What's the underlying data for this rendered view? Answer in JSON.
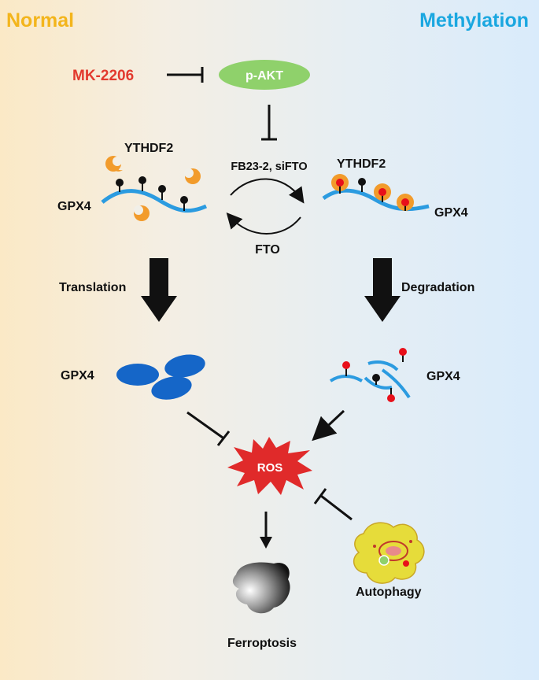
{
  "header": {
    "left_title": "Normal",
    "right_title": "Methylation"
  },
  "inhibitor": {
    "label": "MK-2206"
  },
  "kinase": {
    "label": "p-AKT"
  },
  "reader": {
    "left_label": "YTHDF2",
    "right_label": "YTHDF2"
  },
  "mrna": {
    "left_label": "GPX4",
    "right_label": "GPX4"
  },
  "cycle": {
    "top_label": "FB23-2, siFTO",
    "bottom_label": "FTO"
  },
  "process": {
    "left_label": "Translation",
    "right_label": "Degradation"
  },
  "protein": {
    "left_label": "GPX4",
    "right_label": "GPX4"
  },
  "ros": {
    "label": "ROS"
  },
  "autophagy": {
    "label": "Autophagy"
  },
  "outcome": {
    "label": "Ferroptosis"
  },
  "colors": {
    "normal_title": "#f3b51c",
    "methylation_title": "#1aa7e0",
    "inhibitor_red": "#e23a2e",
    "akt_green": "#8fd16b",
    "rna_blue": "#2b9be0",
    "reader_orange": "#f29b2b",
    "m6a_red": "#e8101a",
    "protein_blue": "#1566c8",
    "ros_red": "#e02a2a",
    "autophagy_yellow": "#e6dc3a"
  }
}
